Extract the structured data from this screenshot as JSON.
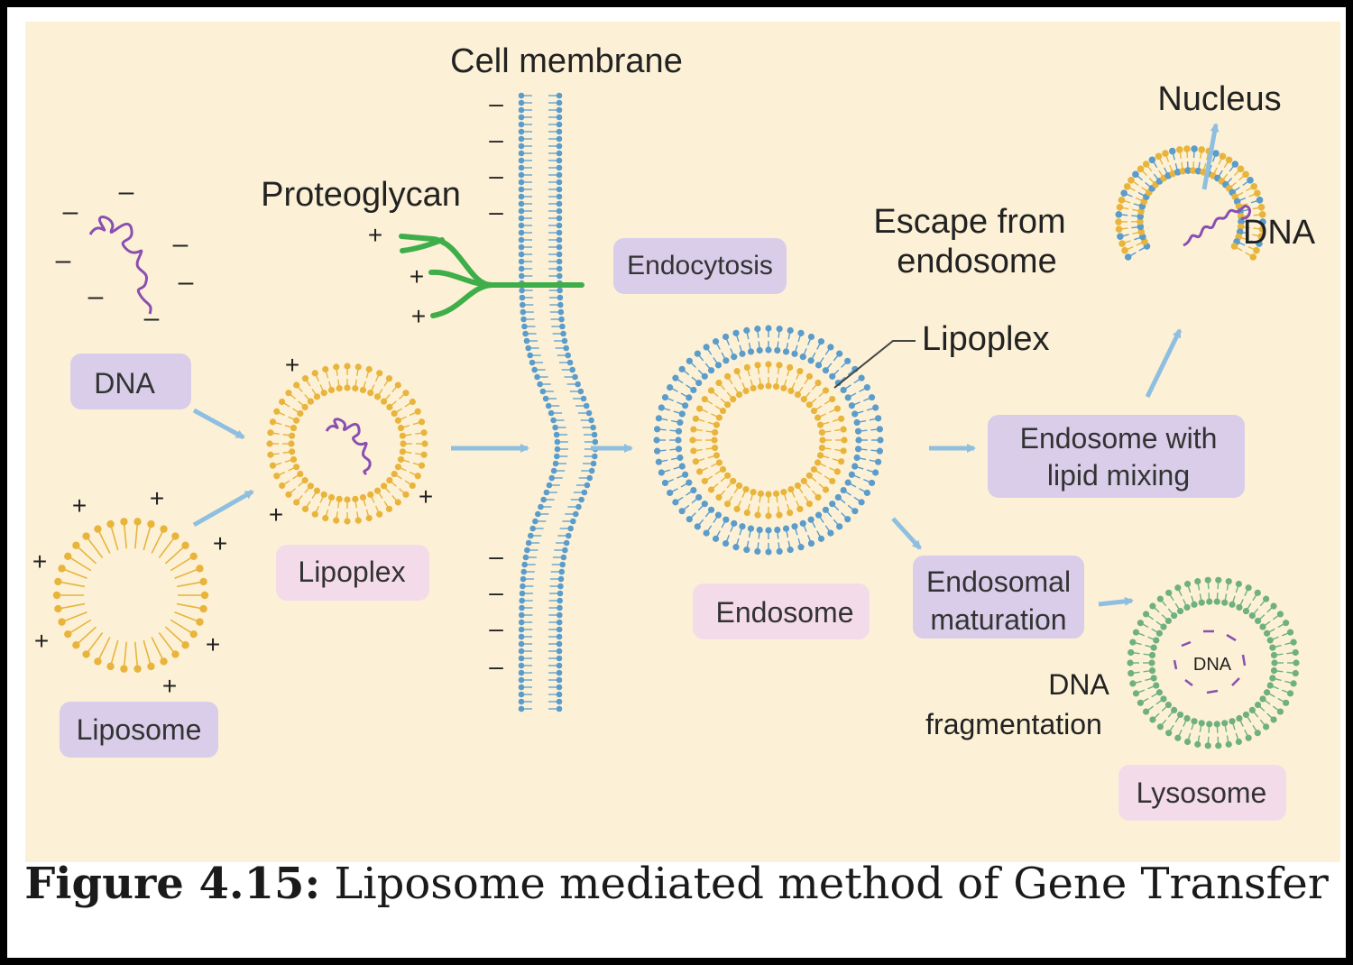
{
  "labels": {
    "cell_membrane": "Cell membrane",
    "proteoglycan": "Proteoglycan",
    "dna_box": "DNA",
    "liposome_box": "Liposome",
    "lipoplex_box": "Lipoplex",
    "endocytosis_box": "Endocytosis",
    "endosome_box": "Endosome",
    "lipoplex_callout": "Lipoplex",
    "escape_line1": "Escape from",
    "escape_line2": "endosome",
    "nucleus": "Nucleus",
    "nucleus_dna": "DNA",
    "endosome_mixing_line1": "Endosome with",
    "endosome_mixing_line2": "lipid mixing",
    "endosomal_maturation_line1": "Endosomal",
    "endosomal_maturation_line2": "maturation",
    "dna_fragmentation_line1": "DNA",
    "dna_fragmentation_line2": "fragmentation",
    "lysosome_dna": "DNA",
    "lysosome_box": "Lysosome",
    "plus": "+",
    "minus": "–"
  },
  "caption": {
    "figure_number": "Figure 4.15:",
    "title": "Liposome mediated method of Gene Transfer"
  },
  "colors": {
    "background": "#fcf1d6",
    "lipid_yellow": "#e8b43c",
    "lipid_blue": "#5b9ccb",
    "lipid_green": "#6fb080",
    "proteoglycan": "#3fae4a",
    "dna": "#8a4fb0",
    "purple_box": "#d9cdea",
    "pink_box": "#f4dbe9",
    "arrow": "#8fbfe0"
  }
}
